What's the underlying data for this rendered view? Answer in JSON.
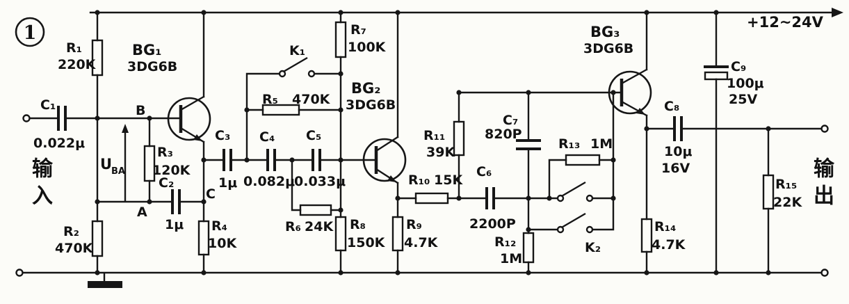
{
  "figure": {
    "number": "1"
  },
  "power": {
    "label": "+12~24V"
  },
  "io": {
    "input": "输入",
    "output": "输出"
  },
  "nodes": {
    "b": "B",
    "a": "A",
    "c": "C"
  },
  "annotations": {
    "voltage_main": "U",
    "voltage_sub": "BA"
  },
  "transistors": {
    "bg1": {
      "ref": "BG₁",
      "model": "3DG6B"
    },
    "bg2": {
      "ref": "BG₂",
      "model": "3DG6B"
    },
    "bg3": {
      "ref": "BG₃",
      "model": "3DG6B"
    }
  },
  "resistors": {
    "r1": {
      "ref": "R₁",
      "value": "220K"
    },
    "r2": {
      "ref": "R₂",
      "value": "470K"
    },
    "r3": {
      "ref": "R₃",
      "value": "120K"
    },
    "r4": {
      "ref": "R₄",
      "value": "10K"
    },
    "r5": {
      "ref": "R₅",
      "value": "470K"
    },
    "r6": {
      "ref": "R₆",
      "value": "24K"
    },
    "r7": {
      "ref": "R₇",
      "value": "100K"
    },
    "r8": {
      "ref": "R₈",
      "value": "150K"
    },
    "r9": {
      "ref": "R₉",
      "value": "4.7K"
    },
    "r10": {
      "ref": "R₁₀",
      "value": "15K"
    },
    "r11": {
      "ref": "R₁₁",
      "value": "39K"
    },
    "r12": {
      "ref": "R₁₂",
      "value": "1M"
    },
    "r13": {
      "ref": "R₁₃",
      "value": "1M"
    },
    "r14": {
      "ref": "R₁₄",
      "value": "4.7K"
    },
    "r15": {
      "ref": "R₁₅",
      "value": "22K"
    }
  },
  "capacitors": {
    "c1": {
      "ref": "C₁",
      "value": "0.022μ"
    },
    "c2": {
      "ref": "C₂",
      "value": "1μ"
    },
    "c3": {
      "ref": "C₃",
      "value": "1μ"
    },
    "c4": {
      "ref": "C₄",
      "value": "0.082μ"
    },
    "c5": {
      "ref": "C₅",
      "value": "0.033μ"
    },
    "c6": {
      "ref": "C₆",
      "value": "2200P"
    },
    "c7": {
      "ref": "C₇",
      "value": "820P"
    },
    "c8": {
      "ref": "C₈",
      "value": "10μ",
      "voltage": "16V"
    },
    "c9": {
      "ref": "C₉",
      "value": "100μ",
      "voltage": "25V"
    }
  },
  "switches": {
    "k1": {
      "ref": "K₁"
    },
    "k2": {
      "ref": "K₂"
    }
  }
}
